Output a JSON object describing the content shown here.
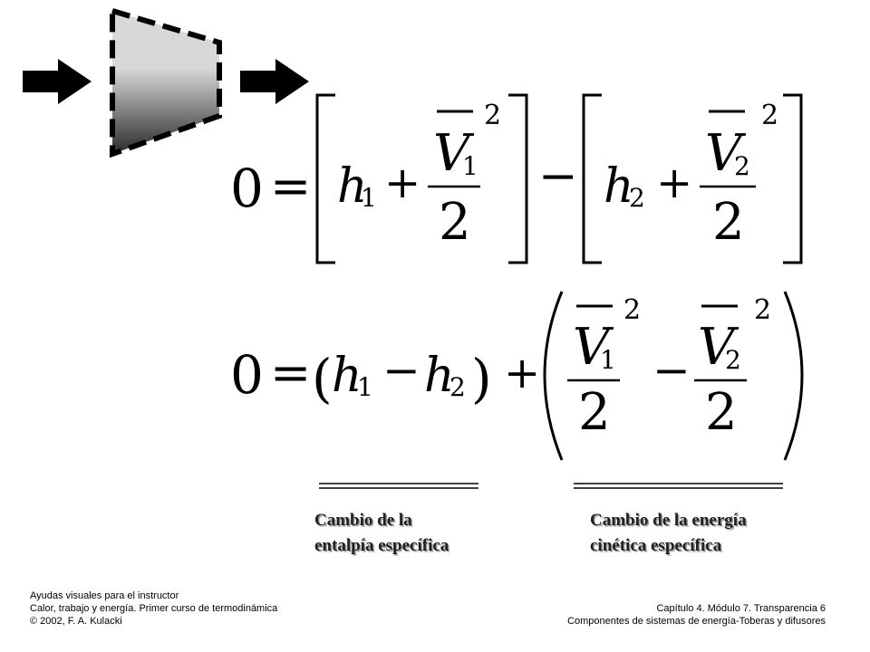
{
  "colors": {
    "nozzle_gradient_light": "#d8d8d8",
    "nozzle_gradient_dark": "#2a2a2a",
    "label_text": "#1f1f1f",
    "label_shadow": "#9a9a9a"
  },
  "icons": {
    "inlet": "arrow-right-icon",
    "outlet": "arrow-right-icon",
    "device": "nozzle-icon"
  },
  "equation1": {
    "zero": "0",
    "equals": "=",
    "h": "h",
    "sub1": "1",
    "sub2": "2",
    "plus": "+",
    "V": "V",
    "exp": "2",
    "denom": "2",
    "minus": "−"
  },
  "equation2": {
    "zero": "0",
    "equals": "=",
    "open_paren": "(",
    "close_paren": ")",
    "h": "h",
    "sub1": "1",
    "sub2": "2",
    "minus": "−",
    "plus": "+",
    "V": "V",
    "exp": "2",
    "denom": "2"
  },
  "labels": {
    "enthalpy": [
      "Cambio de la",
      "entalpía específica"
    ],
    "kinetic": [
      "Cambio de la energía",
      "cinética específica"
    ]
  },
  "footer": {
    "left": [
      "Ayudas visuales para el instructor",
      "Calor, trabajo y energía.  Primer curso de termodinámica",
      "© 2002,  F. A. Kulacki"
    ],
    "right": [
      "Capítulo 4. Módulo 7. Transparencia  6",
      "Componentes de sistemas de energía-Toberas  y difusores"
    ]
  }
}
